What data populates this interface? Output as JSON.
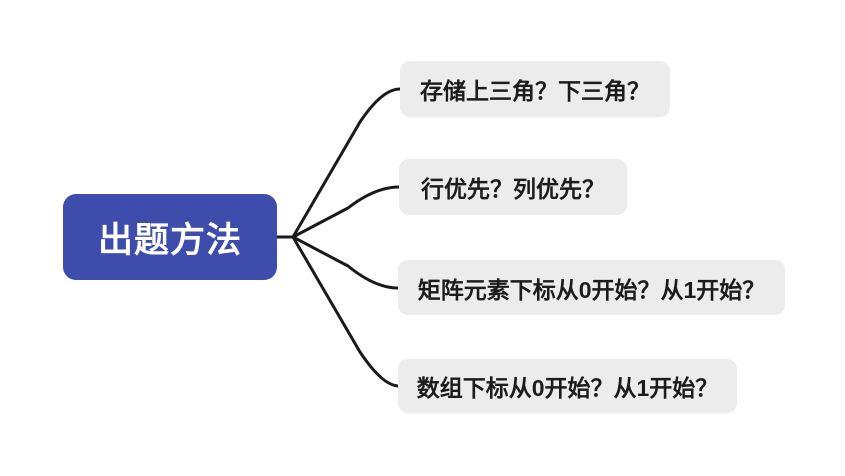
{
  "root": {
    "label": "出题方法",
    "bg_color": "#3E4CAB",
    "text_color": "#FFFFFF"
  },
  "branches": [
    {
      "label": "存储上三角？下三角？"
    },
    {
      "label": "行优先？列优先？"
    },
    {
      "label": "矩阵元素下标从0开始？从1开始？"
    },
    {
      "label": "数组下标从0开始？从1开始？"
    }
  ],
  "colors": {
    "background": "#FFFFFF",
    "branch_bg": "#ECECEC",
    "branch_text": "#1C1C1C",
    "line": "#1A1A1A"
  }
}
